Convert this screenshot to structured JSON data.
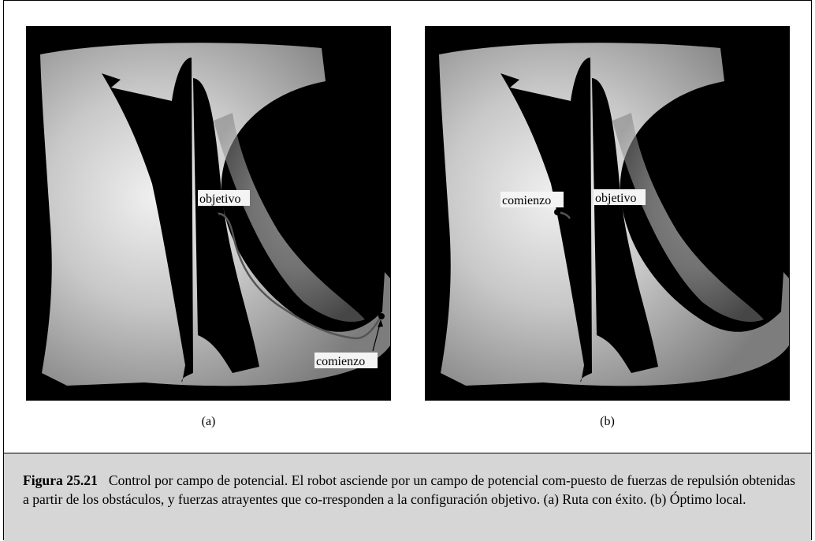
{
  "figure": {
    "number": "Figura 25.21",
    "caption": "Control por campo de potencial. El robot asciende por un campo de potencial com-puesto de fuerzas de repulsión obtenidas a partir de los obstáculos, y fuerzas atrayentes que co-rresponden a la configuración objetivo. (a) Ruta con éxito. (b) Óptimo local."
  },
  "panels": [
    {
      "label": "(a)",
      "annotations": {
        "goal": "objetivo",
        "start": "comienzo"
      },
      "outcome": "Ruta con éxito"
    },
    {
      "label": "(b)",
      "annotations": {
        "goal": "objetivo",
        "start": "comienzo"
      },
      "outcome": "Óptimo local"
    }
  ],
  "colors": {
    "background": "#ffffff",
    "obstacle": "#000000",
    "field_light": "#eeeeee",
    "field_dark": "#8a8a8a",
    "caption_bg": "#d6d6d6"
  }
}
